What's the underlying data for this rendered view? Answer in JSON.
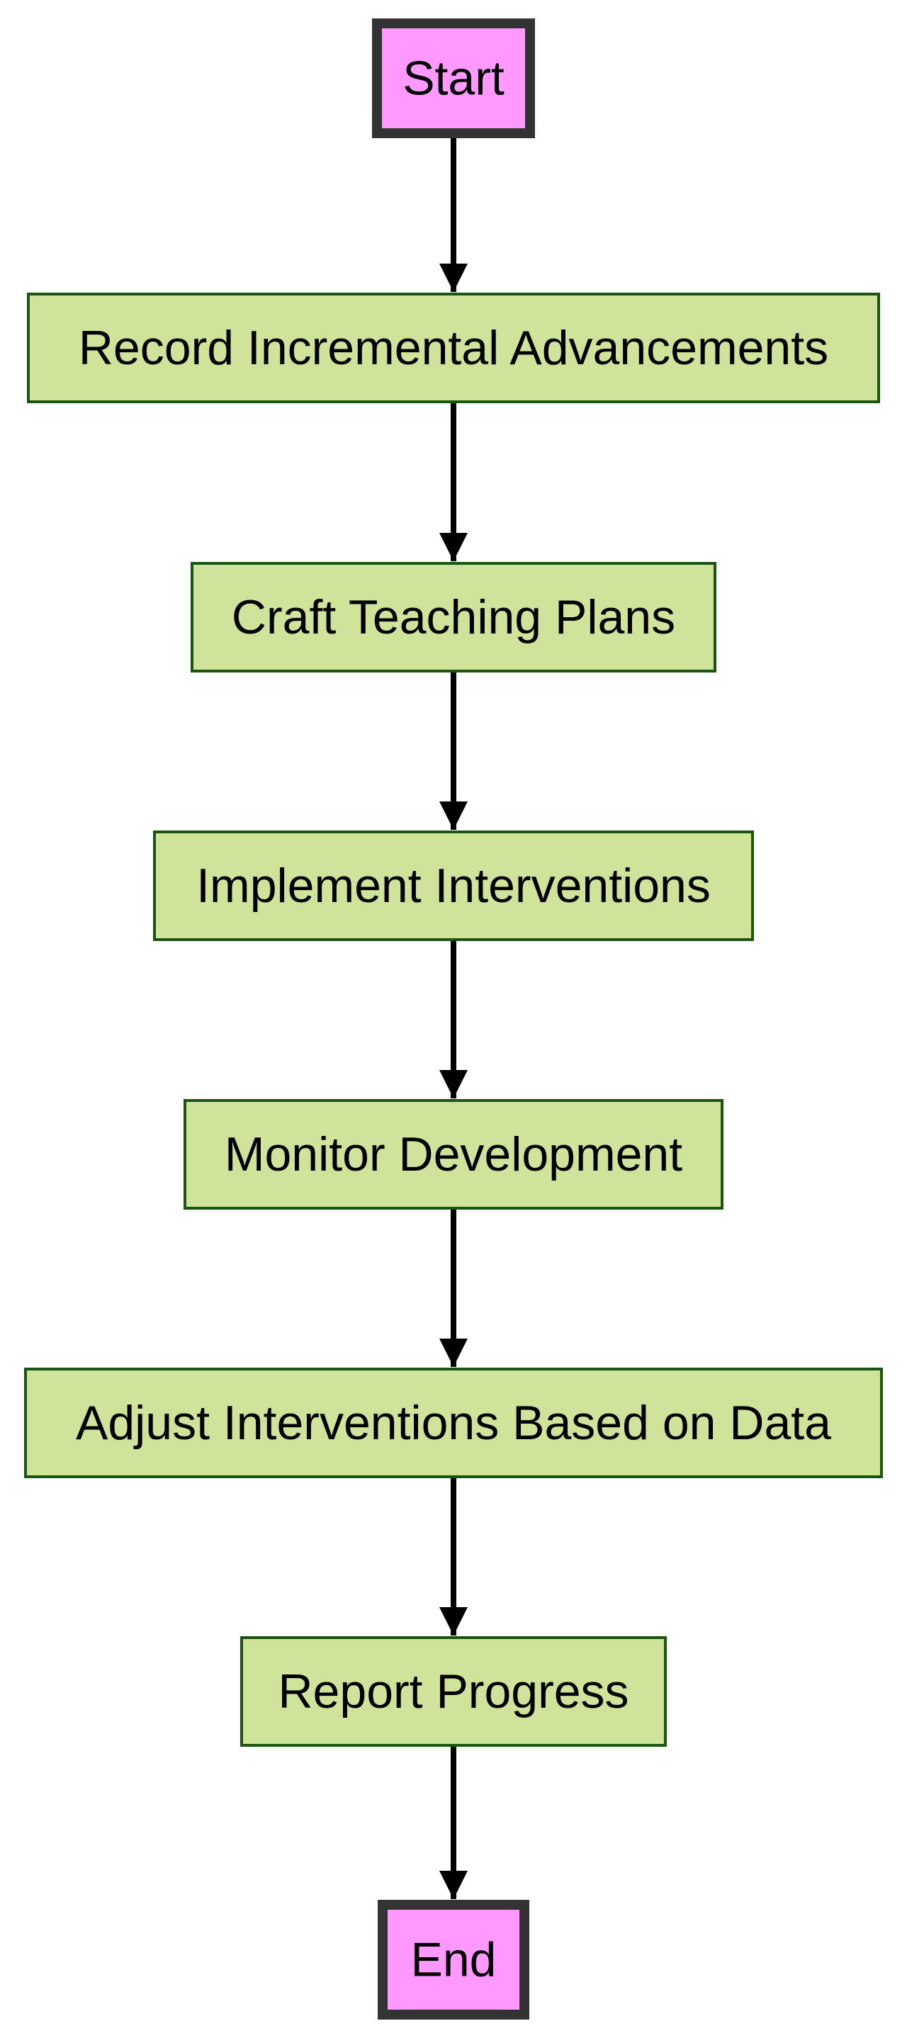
{
  "diagram": {
    "type": "flowchart",
    "direction": "top-to-bottom",
    "colors": {
      "terminal_fill": "#ff99ff",
      "terminal_stroke": "#333333",
      "process_fill": "#cfe49a",
      "process_stroke": "#1c5512",
      "arrow": "#000000"
    },
    "nodes": [
      {
        "id": "start",
        "label": "Start",
        "kind": "terminal"
      },
      {
        "id": "record",
        "label": "Record Incremental Advancements",
        "kind": "process"
      },
      {
        "id": "craft",
        "label": "Craft Teaching Plans",
        "kind": "process"
      },
      {
        "id": "implement",
        "label": "Implement Interventions",
        "kind": "process"
      },
      {
        "id": "monitor",
        "label": "Monitor Development",
        "kind": "process"
      },
      {
        "id": "adjust",
        "label": "Adjust Interventions Based on Data",
        "kind": "process"
      },
      {
        "id": "report",
        "label": "Report Progress",
        "kind": "process"
      },
      {
        "id": "end",
        "label": "End",
        "kind": "terminal"
      }
    ],
    "edges": [
      {
        "from": "start",
        "to": "record"
      },
      {
        "from": "record",
        "to": "craft"
      },
      {
        "from": "craft",
        "to": "implement"
      },
      {
        "from": "implement",
        "to": "monitor"
      },
      {
        "from": "monitor",
        "to": "adjust"
      },
      {
        "from": "adjust",
        "to": "report"
      },
      {
        "from": "report",
        "to": "end"
      }
    ]
  }
}
